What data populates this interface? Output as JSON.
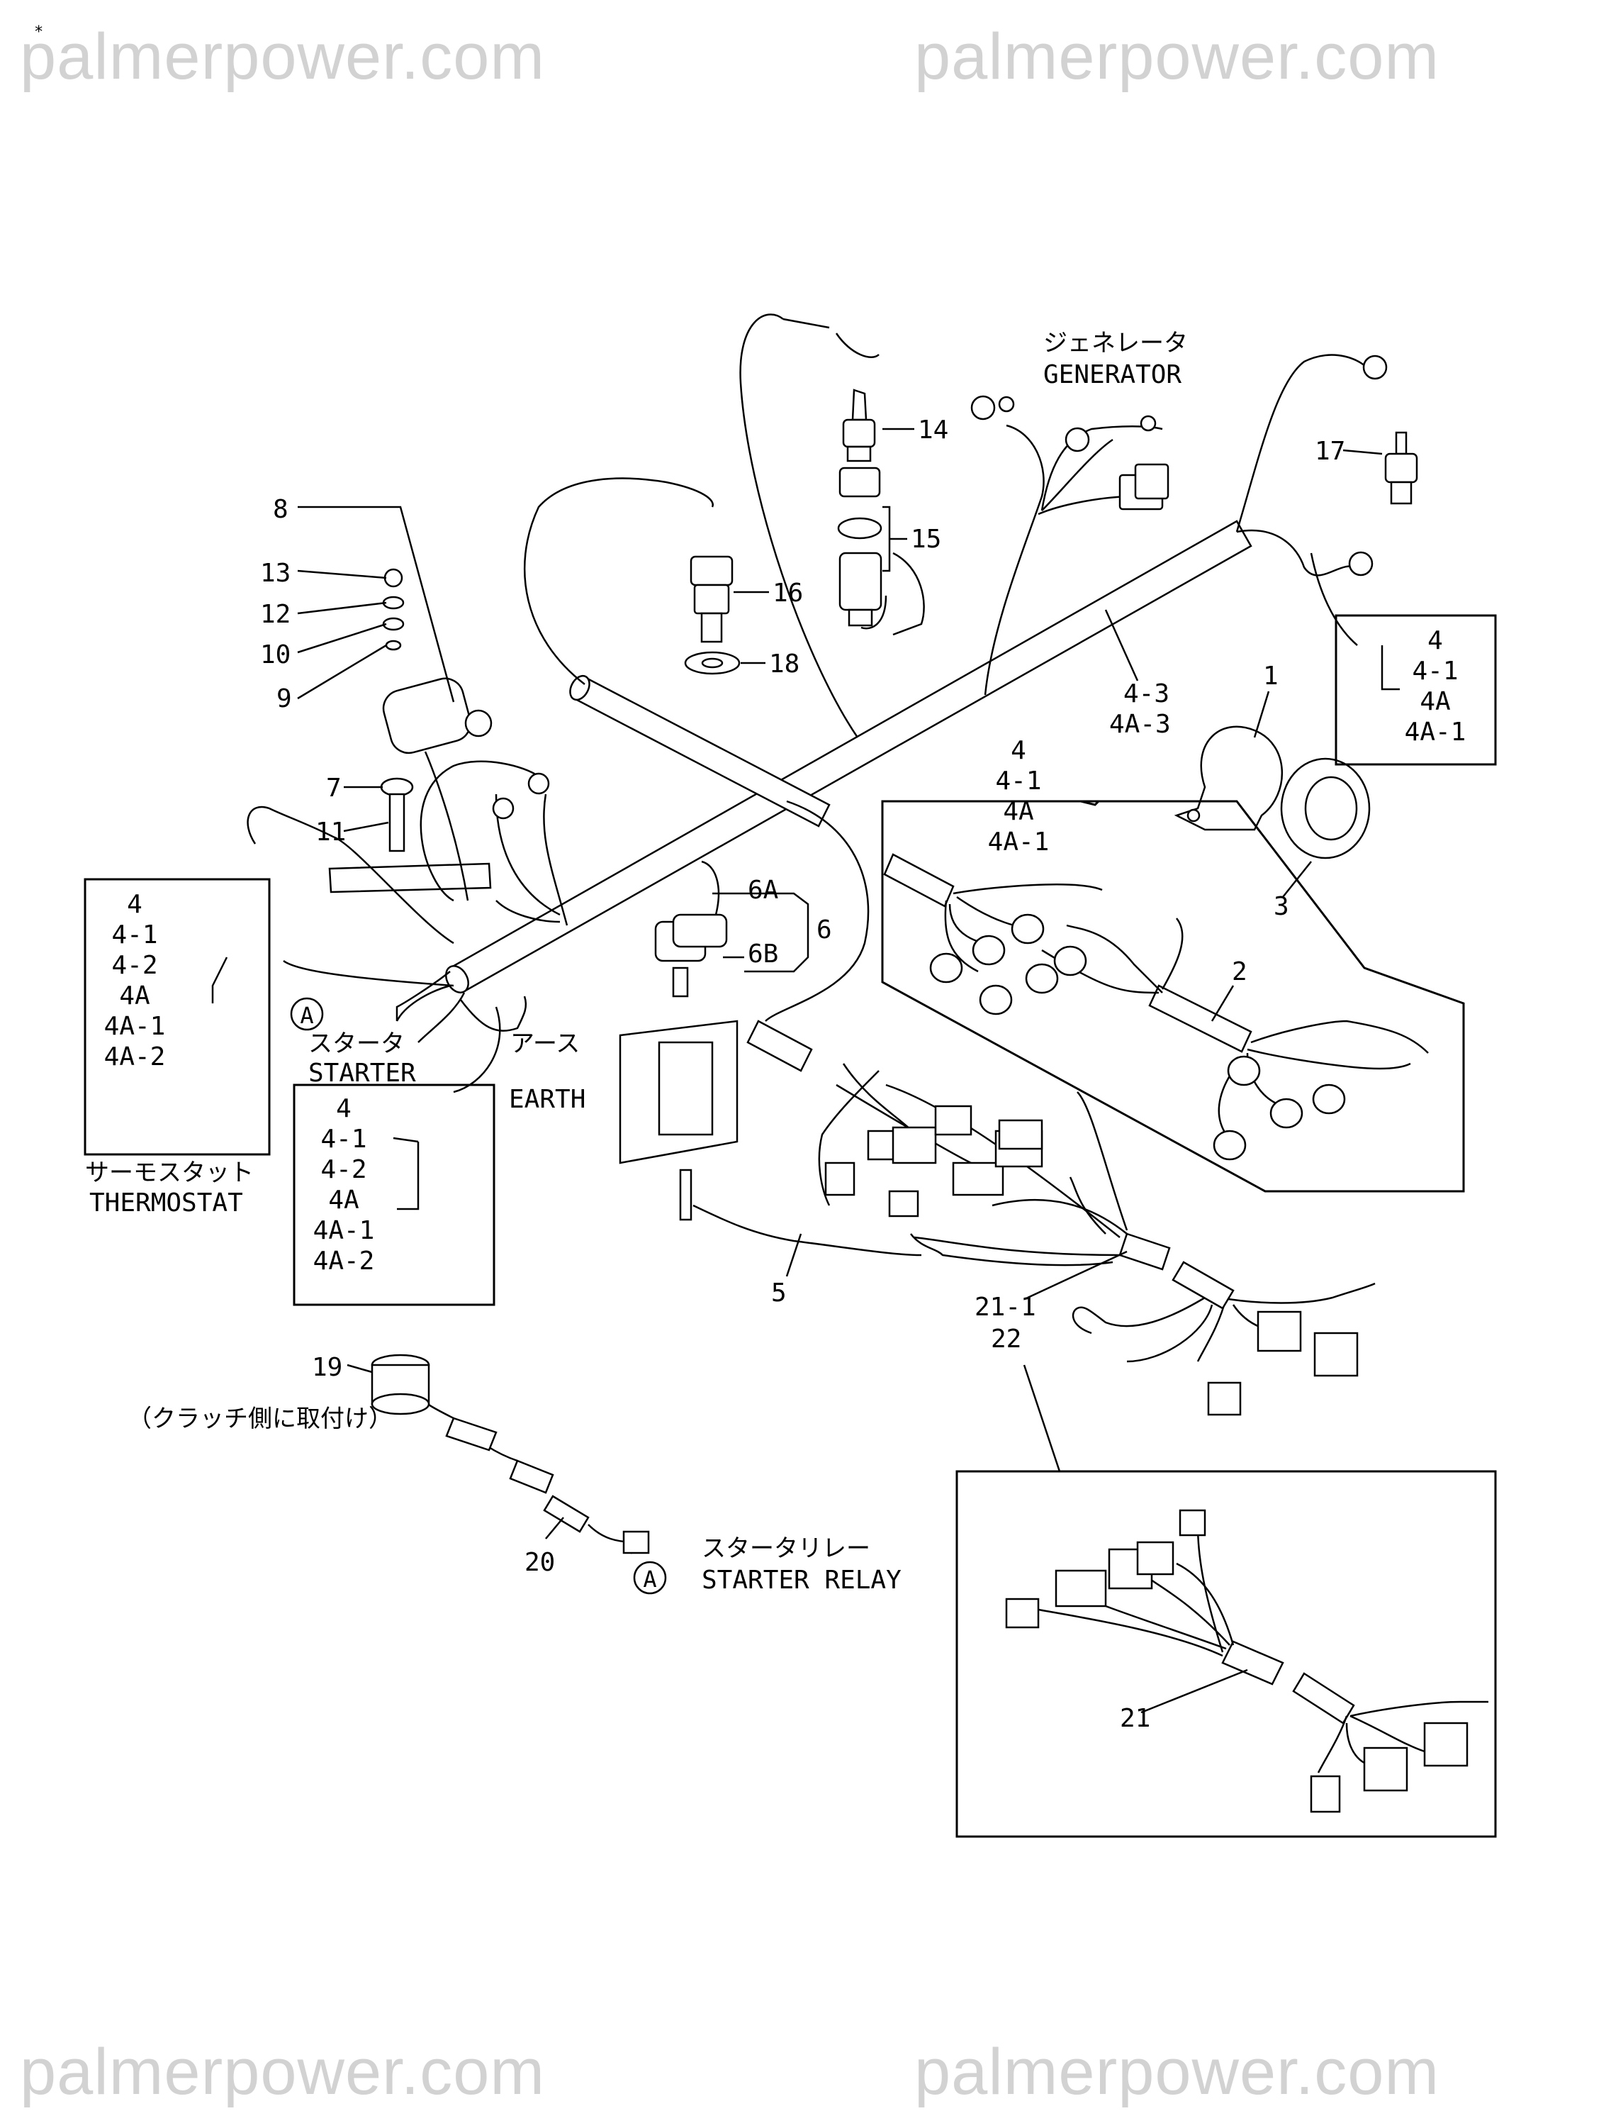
{
  "watermarks": [
    "palmerpower.com",
    "palmerpower.com",
    "palmerpower.com",
    "palmerpower.com"
  ],
  "labels": {
    "p1": "1",
    "p2": "2",
    "p3": "3",
    "p4_3": "4-3",
    "p4a_3": "4A-3",
    "p5": "5",
    "p6": "6",
    "p6a": "6A",
    "p6b": "6B",
    "p7": "7",
    "p8": "8",
    "p9": "9",
    "p10": "10",
    "p11": "11",
    "p12": "12",
    "p13": "13",
    "p14": "14",
    "p15": "15",
    "p16": "16",
    "p17": "17",
    "p18": "18",
    "p19": "19",
    "p20": "20",
    "p21": "21",
    "p21_1": "21-1",
    "p22": "22"
  },
  "group_right_top": [
    "4",
    "4-1",
    "4A",
    "4A-1"
  ],
  "group_center": [
    "4",
    "4-1",
    "4A",
    "4A-1"
  ],
  "group_left": [
    "4",
    "4-1",
    "4-2",
    "4A",
    "4A-1",
    "4A-2"
  ],
  "group_starter": [
    "4",
    "4-1",
    "4-2",
    "4A",
    "4A-1",
    "4A-2"
  ],
  "callouts": {
    "generator_jp": "ジェネレータ",
    "generator_en": "GENERATOR",
    "starter_jp": "スタータ",
    "starter_en": "STARTER",
    "earth_jp": "アース",
    "earth_en": "EARTH",
    "thermostat_jp": "サーモスタット",
    "thermostat_en": "THERMOSTAT",
    "clutch_note": "（クラッチ側に取付け）",
    "starter_relay_jp": "スタータリレー",
    "starter_relay_en": "STARTER RELAY",
    "ref_a": "A"
  },
  "tick_mark": "*"
}
